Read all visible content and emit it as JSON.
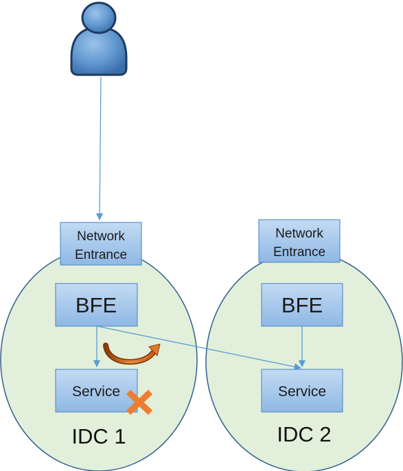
{
  "user": {
    "icon": "user-icon"
  },
  "idc1": {
    "label": "IDC 1",
    "network_entrance": [
      "Network",
      "Entrance"
    ],
    "bfe": "BFE",
    "service": "Service",
    "failure_icon": "x-cross-icon"
  },
  "idc2": {
    "label": "IDC 2",
    "network_entrance": [
      "Network",
      "Entrance"
    ],
    "bfe": "BFE",
    "service": "Service"
  },
  "colors": {
    "idc_fill": "#e2efda",
    "idc_stroke": "#2f5f8a",
    "box_fill": "#a8c8ea",
    "box_stroke": "#5b8fc9",
    "arrow": "#5b9bd5",
    "failure": "#ed7d31",
    "reroute_arrow": "#c55a11"
  }
}
